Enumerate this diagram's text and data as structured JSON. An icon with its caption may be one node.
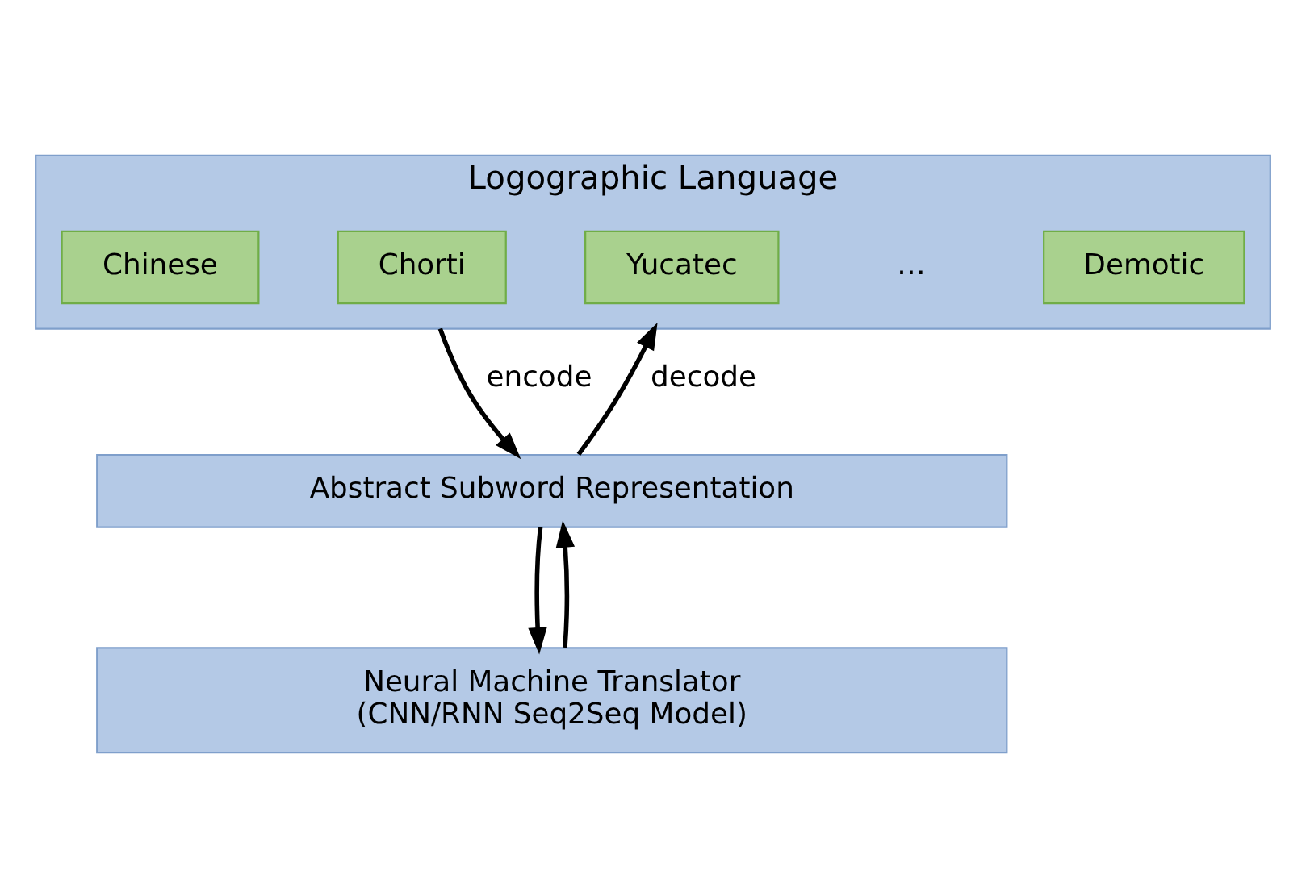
{
  "diagram": {
    "nodes": [
      {
        "text": [
          "Logographic Language"
        ]
      },
      {
        "text": [
          "Chinese"
        ],
        "in": 0
      },
      {
        "text": [
          "Chorti"
        ],
        "in": 0
      },
      {
        "text": [
          "Yucatec"
        ],
        "in": 0
      },
      {
        "text": [
          "Demotic"
        ],
        "in": 0
      },
      {
        "text": [
          "Abstract Subword Representation"
        ]
      },
      {
        "text": [
          "Neural Machine Translator",
          "(CNN/RNN Seq2Seq Model)"
        ]
      }
    ],
    "edges": [
      {
        "from": 0,
        "to": 5,
        "arrow": "to",
        "label": "encode"
      },
      {
        "from": 5,
        "to": 0,
        "arrow": "to",
        "label": "decode"
      },
      {
        "from": 5,
        "to": 6,
        "arrow": "to"
      },
      {
        "from": 6,
        "to": 5,
        "arrow": "to"
      }
    ],
    "labels": [
      "…"
    ]
  }
}
